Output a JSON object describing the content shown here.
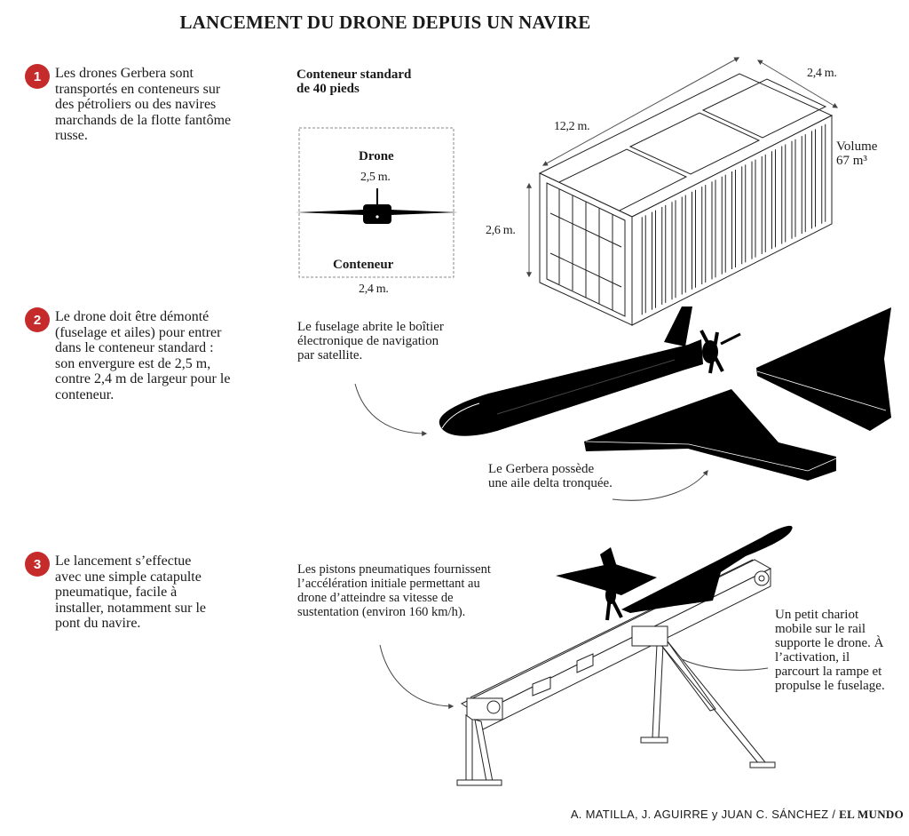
{
  "title": "LANCEMENT DU DRONE DEPUIS UN NAVIRE",
  "steps": [
    {
      "number": "1",
      "text": "Les drones Gerbera sont transportés en conteneurs sur des pétroliers ou des navires marchands de la flotte fantôme russe."
    },
    {
      "number": "2",
      "text": "Le drone doit être démonté (fuselage et ailes) pour entrer dans le conteneur standard : son envergure est de 2,5 m, contre 2,4 m de largeur pour le conteneur."
    },
    {
      "number": "3",
      "text": "Le lancement s’effectue avec une simple catapulte pneumatique, facile à installer, notamment sur le pont du navire."
    }
  ],
  "container": {
    "heading_line1": "Conteneur standard",
    "heading_line2": "de 40 pieds",
    "length": "12,2 m.",
    "width": "2,4 m.",
    "height": "2,6 m.",
    "volume_line1": "Volume",
    "volume_line2": "67 m³"
  },
  "front_view": {
    "drone_label": "Drone",
    "drone_span": "2,5 m.",
    "container_label": "Conteneur",
    "container_width": "2,4 m."
  },
  "annotations": {
    "fuselage": "Le fuselage abrite le boîtier électronique de navigation par satellite.",
    "wing": "Le Gerbera possède une aile delta tronquée.",
    "pistons": "Les pistons pneumatiques fournissent l’accélération initiale permettant au drone d’atteindre sa vitesse de sustentation (environ 160 km/h).",
    "chariot": "Un petit chariot mobile sur le rail supporte le drone. À l’activation, il parcourt la rampe et propulse le fuselage."
  },
  "credit": {
    "authors": "A. MATILLA, J. AGUIRRE y JUAN C. SÁNCHEZ /",
    "outlet": "EL MUNDO"
  },
  "colors": {
    "accent": "#c62b2b",
    "ink": "#000000"
  }
}
